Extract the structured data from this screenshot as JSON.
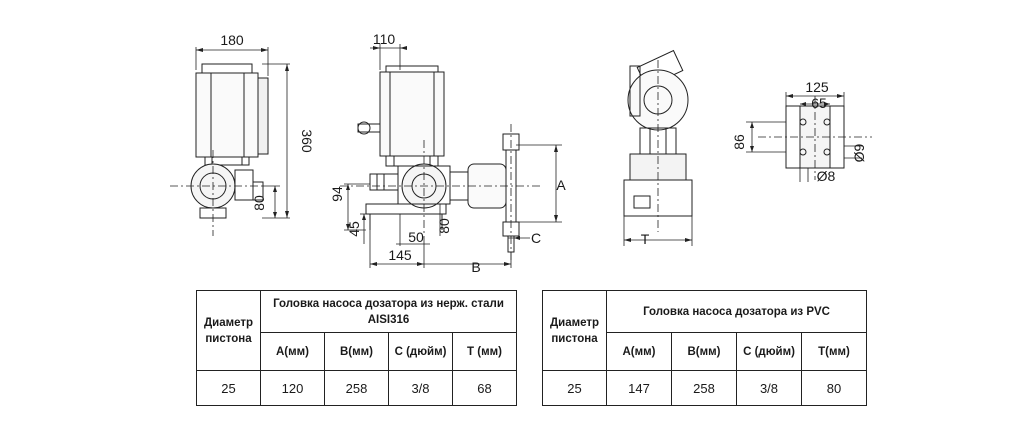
{
  "drawing": {
    "side_view": {
      "width": "180",
      "height": "360",
      "offset": "80"
    },
    "front_view": {
      "top_width": "110",
      "dim_94": "94",
      "dim_45": "45",
      "dim_50": "50",
      "dim_80": "80",
      "dim_145": "145",
      "label_A": "A",
      "label_B": "B",
      "label_C": "C"
    },
    "rear_view": {
      "label_T": "T"
    },
    "flange_detail": {
      "dim_125": "125",
      "dim_65": "65",
      "dim_86": "86",
      "dim_d9": "Ø9",
      "dim_d8": "Ø8"
    }
  },
  "tables": [
    {
      "col_diameter": "Диаметр пистона",
      "head_title": "Головка насоса дозатора из нерж. стали AISI316",
      "col_A": "A(мм)",
      "col_B": "B(мм)",
      "col_C": "C (дюйм)",
      "col_T": "T (мм)",
      "row": {
        "diameter": "25",
        "A": "120",
        "B": "258",
        "C": "3/8",
        "T": "68"
      }
    },
    {
      "col_diameter": "Диаметр пистона",
      "head_title": "Головка насоса дозатора из PVC",
      "col_A": "A(мм)",
      "col_B": "B(мм)",
      "col_C": "C (дюйм)",
      "col_T": "T(мм)",
      "row": {
        "diameter": "25",
        "A": "147",
        "B": "258",
        "C": "3/8",
        "T": "80"
      }
    }
  ]
}
